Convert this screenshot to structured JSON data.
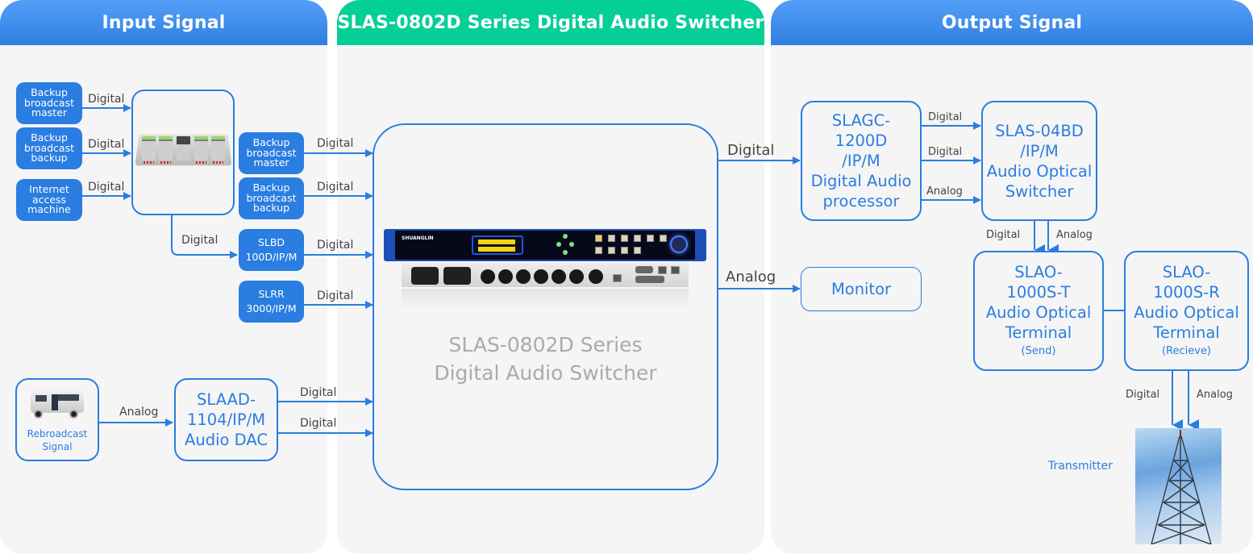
{
  "panels": {
    "input": {
      "title": "Input Signal"
    },
    "middle": {
      "title": "SLAS-0802D Series Digital Audio Switcher"
    },
    "output": {
      "title": "Output Signal"
    }
  },
  "colors": {
    "accent_blue": "#2a7de1",
    "header_green": "#04cf97",
    "panel_bg": "#f5f5f5",
    "label_gray": "#444444",
    "caption_gray": "#aaaaaa"
  },
  "input": {
    "sources": [
      {
        "id": "src1",
        "lines": [
          "Backup",
          "broadcast",
          "master"
        ],
        "link": "Digital"
      },
      {
        "id": "src2",
        "lines": [
          "Backup",
          "broadcast",
          "backup"
        ],
        "link": "Digital"
      },
      {
        "id": "src3",
        "lines": [
          "Internet",
          "access",
          "machine"
        ],
        "link": "Digital"
      }
    ],
    "console_icon": "mixing-console-image",
    "feeds": [
      {
        "id": "feed1",
        "lines": [
          "Backup",
          "broadcast",
          "master"
        ],
        "link": "Digital"
      },
      {
        "id": "feed2",
        "lines": [
          "Backup",
          "broadcast",
          "backup"
        ],
        "link": "Digital"
      },
      {
        "id": "feed3",
        "lines": [
          "SLBD",
          "100D/IP/M"
        ],
        "link": "Digital"
      },
      {
        "id": "feed4",
        "lines": [
          "SLRR",
          "3000/IP/M"
        ],
        "link": "Digital"
      }
    ],
    "console_to_slbd_link": "Digital",
    "rebroadcast": {
      "icon": "van-image",
      "lines": [
        "Rebroadcast",
        "Signal"
      ],
      "link": "Analog"
    },
    "dac": {
      "lines": [
        "SLAAD-",
        "1104/IP/M",
        "Audio DAC"
      ],
      "links": [
        "Digital",
        "Digital"
      ]
    }
  },
  "middle": {
    "device_icon": "rack-unit-image",
    "device_brand": "SHUANGLIN",
    "caption_lines": [
      "SLAS-0802D Series",
      "Digital Audio Switcher"
    ],
    "out_links": [
      "Digital",
      "Analog"
    ]
  },
  "output": {
    "processor": {
      "lines": [
        "SLAGC-",
        "1200D",
        "/IP/M",
        "Digital Audio",
        "processor"
      ]
    },
    "processor_links": [
      "Digital",
      "Digital",
      "Analog"
    ],
    "optical_switcher": {
      "lines": [
        "SLAS-04BD",
        "/IP/M",
        "Audio Optical",
        "Switcher"
      ]
    },
    "switcher_links": [
      "Digital",
      "Analog"
    ],
    "monitor": {
      "label": "Monitor"
    },
    "terminal_send": {
      "lines": [
        "SLAO-",
        "1000S-T",
        "Audio Optical",
        "Terminal"
      ],
      "note": "(Send)"
    },
    "terminal_receive": {
      "lines": [
        "SLAO-",
        "1000S-R",
        "Audio Optical",
        "Terminal"
      ],
      "note": "(Recieve)"
    },
    "terminal_links": [
      "Digital",
      "Analog"
    ],
    "transmitter": {
      "label": "Transmitter",
      "icon": "transmitter-tower-image"
    }
  }
}
